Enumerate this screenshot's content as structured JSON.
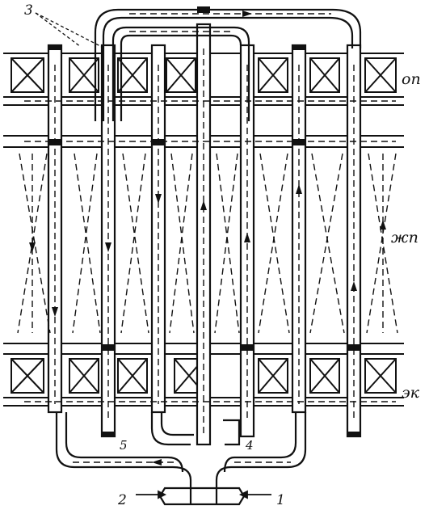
{
  "labels": {
    "callout_3": "3",
    "zone_top": "оп",
    "zone_middle": "жп",
    "zone_bottom": "эк",
    "inlet_2": "2",
    "inlet_1": "1",
    "callout_5": "5",
    "callout_4": "4"
  },
  "colors": {
    "ink": "#111111",
    "paper": "#ffffff"
  }
}
